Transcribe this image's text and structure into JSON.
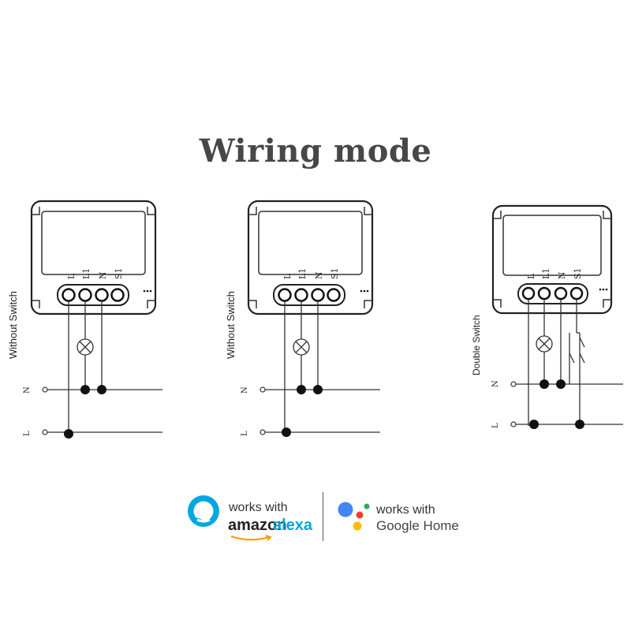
{
  "title": "Wiring mode",
  "diagrams": [
    {
      "side_label": "Without Switch",
      "terminals": [
        "L",
        "L1",
        "N",
        "S1"
      ],
      "line_labels": [
        "N",
        "L"
      ]
    },
    {
      "side_label": "Without Switch",
      "terminals": [
        "L",
        "L1",
        "N",
        "S1"
      ],
      "line_labels": [
        "N",
        "L"
      ]
    },
    {
      "side_label": "Double Switch",
      "terminals": [
        "L",
        "L1",
        "N",
        "S1"
      ],
      "line_labels": [
        "N",
        "L"
      ]
    }
  ],
  "badges": {
    "alexa": {
      "line1": "works with",
      "brand1": "amazon",
      "brand2": "alexa",
      "color": "#00A8E1"
    },
    "google": {
      "line1": "works with",
      "brand": "Google Home",
      "dot_colors": [
        "#4285F4",
        "#EA4335",
        "#FBBC05",
        "#34A853"
      ]
    }
  },
  "colors": {
    "ink": "#222222",
    "title": "#474747"
  }
}
